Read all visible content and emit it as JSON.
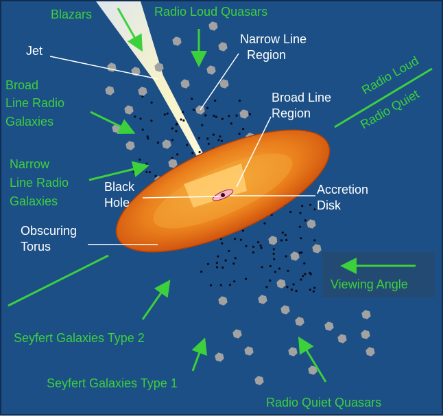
{
  "colors": {
    "background": "#1c4f86",
    "green_label": "#3dd03d",
    "white_label": "#ffffff",
    "torus_outer": "#d9560f",
    "torus_inner": "#f5a623",
    "cloud_gray": "#9a9a9a",
    "jet_light": "#fffbd8",
    "viewing_box": "#234a73"
  },
  "labels": {
    "blazars": "Blazars",
    "radio_loud_quasars": "Radio Loud Quasars",
    "jet": "Jet",
    "narrow_line_region_1": "Narrow Line",
    "narrow_line_region_2": "Region",
    "broad_line_radio_galaxies_1": "Broad",
    "broad_line_radio_galaxies_2": "Line Radio",
    "broad_line_radio_galaxies_3": "Galaxies",
    "radio_loud": "Radio Loud",
    "radio_quiet": "Radio Quiet",
    "broad_line_region_1": "Broad Line",
    "broad_line_region_2": "Region",
    "narrow_line_radio_galaxies_1": "Narrow",
    "narrow_line_radio_galaxies_2": "Line Radio",
    "narrow_line_radio_galaxies_3": "Galaxies",
    "black_hole_1": "Black",
    "black_hole_2": "Hole",
    "accretion_disk_1": "Accretion",
    "accretion_disk_2": "Disk",
    "obscuring_torus_1": "Obscuring",
    "obscuring_torus_2": "Torus",
    "viewing_angle": "Viewing Angle",
    "seyfert_type_2": "Seyfert Galaxies Type 2",
    "seyfert_type_1": "Seyfert Galaxies Type 1",
    "radio_quiet_quasars": "Radio Quiet Quasars"
  },
  "icons": [
    "green-arrow-icon"
  ]
}
